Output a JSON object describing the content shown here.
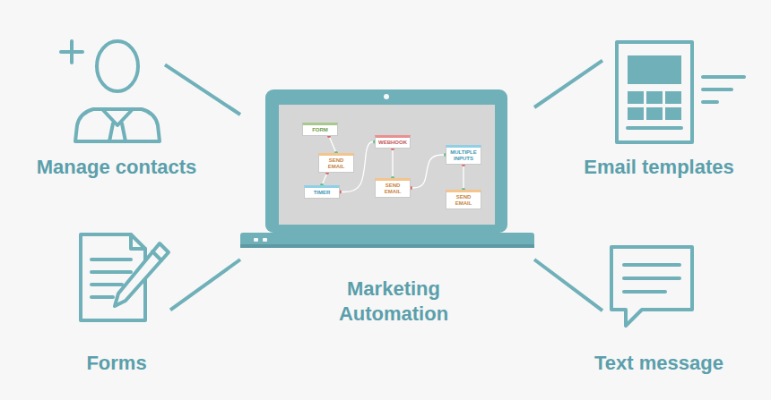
{
  "diagram": {
    "nodes": [
      {
        "text": [
          "Manage contacts"
        ]
      },
      {
        "text": [
          "Email templates"
        ]
      },
      {
        "text": [
          "Marketing Automation"
        ]
      },
      {
        "text": [
          "FORM"
        ],
        "in": 2
      },
      {
        "text": [
          "SEND EMAIL"
        ],
        "in": 2
      },
      {
        "text": [
          "TIMER"
        ],
        "in": 2
      },
      {
        "text": [
          "WEBHOOK"
        ],
        "in": 2
      },
      {
        "text": [
          "SEND EMAIL"
        ],
        "in": 2
      },
      {
        "text": [
          "MULTIPLE INPUTS"
        ],
        "in": 2
      },
      {
        "text": [
          "SEND EMAIL"
        ],
        "in": 2
      },
      {
        "text": [
          "Forms"
        ]
      },
      {
        "text": [
          "Text message"
        ]
      }
    ],
    "edges": [
      {
        "from": 2,
        "to": 0,
        "arrow": "none"
      },
      {
        "from": 2,
        "to": 1,
        "arrow": "none"
      },
      {
        "from": 2,
        "to": 10,
        "arrow": "none"
      },
      {
        "from": 2,
        "to": 11,
        "arrow": "none"
      },
      {
        "from": 3,
        "to": 4,
        "arrow": "none"
      },
      {
        "from": 4,
        "to": 5,
        "arrow": "none"
      },
      {
        "from": 5,
        "to": 6,
        "arrow": "none"
      },
      {
        "from": 6,
        "to": 7,
        "arrow": "none"
      },
      {
        "from": 7,
        "to": 8,
        "arrow": "none"
      },
      {
        "from": 8,
        "to": 9,
        "arrow": "none"
      }
    ]
  }
}
